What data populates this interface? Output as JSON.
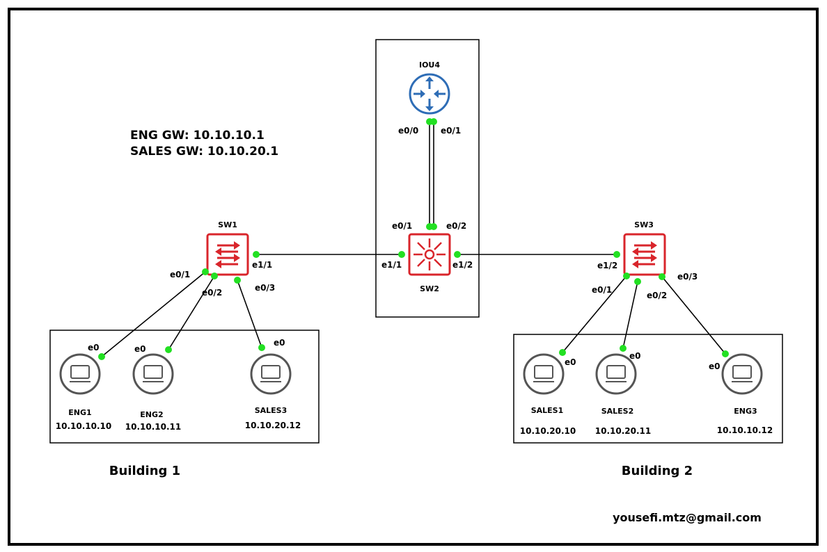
{
  "gateways": {
    "eng": "ENG GW: 10.10.10.1",
    "sales": "SALES GW: 10.10.20.1"
  },
  "buildings": {
    "b1": "Building 1",
    "b2": "Building 2"
  },
  "email": "yousefi.mtz@gmail.com",
  "devices": {
    "iou4": {
      "name": "IOU4",
      "type": "router"
    },
    "sw1": {
      "name": "SW1",
      "type": "switch"
    },
    "sw2": {
      "name": "SW2",
      "type": "multilayer-switch"
    },
    "sw3": {
      "name": "SW3",
      "type": "switch"
    },
    "eng1": {
      "name": "ENG1",
      "ip": "10.10.10.10",
      "type": "pc"
    },
    "eng2": {
      "name": "ENG2",
      "ip": "10.10.10.11",
      "type": "pc"
    },
    "sales3": {
      "name": "SALES3",
      "ip": "10.10.20.12",
      "type": "pc"
    },
    "sales1": {
      "name": "SALES1",
      "ip": "10.10.20.10",
      "type": "pc"
    },
    "sales2": {
      "name": "SALES2",
      "ip": "10.10.20.11",
      "type": "pc"
    },
    "eng3": {
      "name": "ENG3",
      "ip": "10.10.10.12",
      "type": "pc"
    }
  },
  "ports": {
    "iou4_e00": "e0/0",
    "iou4_e01": "e0/1",
    "sw2_e01": "e0/1",
    "sw2_e02": "e0/2",
    "sw2_e11": "e1/1",
    "sw2_e12": "e1/2",
    "sw1_e11": "e1/1",
    "sw1_e01": "e0/1",
    "sw1_e02": "e0/2",
    "sw1_e03": "e0/3",
    "sw3_e12": "e1/2",
    "sw3_e01": "e0/1",
    "sw3_e02": "e0/2",
    "sw3_e03": "e0/3",
    "eng1_e0": "e0",
    "eng2_e0": "e0",
    "sales3_e0": "e0",
    "sales1_e0": "e0",
    "sales2_e0": "e0",
    "eng3_e0": "e0"
  },
  "links": [
    {
      "from": "IOU4 e0/0",
      "to": "SW2 e0/1"
    },
    {
      "from": "IOU4 e0/1",
      "to": "SW2 e0/2"
    },
    {
      "from": "SW1 e1/1",
      "to": "SW2 e1/1"
    },
    {
      "from": "SW2 e1/2",
      "to": "SW3 e1/2"
    },
    {
      "from": "SW1 e0/1",
      "to": "ENG1 e0"
    },
    {
      "from": "SW1 e0/2",
      "to": "ENG2 e0"
    },
    {
      "from": "SW1 e0/3",
      "to": "SALES3 e0"
    },
    {
      "from": "SW3 e0/1",
      "to": "SALES1 e0"
    },
    {
      "from": "SW3 e0/2",
      "to": "SALES2 e0"
    },
    {
      "from": "SW3 e0/3",
      "to": "ENG3 e0"
    }
  ],
  "colors": {
    "switch": "#d9252b",
    "router": "#2e6db6",
    "pc": "#555555",
    "port_dot": "#22e022"
  }
}
